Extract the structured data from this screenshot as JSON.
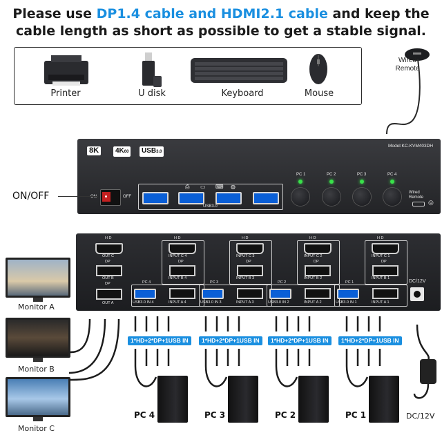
{
  "headline": {
    "part1": "Please use ",
    "highlight": "DP1.4 cable and HDMI2.1 cable",
    "part2": " and keep the",
    "line2": "cable length as short as possible to get a stable signal."
  },
  "peripherals": [
    "Printer",
    "U disk",
    "Keyboard",
    "Mouse"
  ],
  "remote_label_1": "Wired",
  "remote_label_2": "Remote",
  "front_panel": {
    "badges": [
      "8K",
      "4K",
      "USB"
    ],
    "badge_sub": [
      "60",
      "3.0"
    ],
    "model": "Model:KC-KVM403DH",
    "switch_on": "ON",
    "switch_off": "OFF",
    "usb_label": "USB3.0",
    "pc_buttons": [
      "PC 1",
      "PC 2",
      "PC 3",
      "PC 4"
    ],
    "wired_remote": "Wired Remote"
  },
  "on_off_label": "ON/OFF",
  "back_panel": {
    "out_labels": [
      "H D",
      "OUT C",
      "DP",
      "OUT B",
      "DP",
      "OUT A"
    ],
    "groups": [
      {
        "hd": "H D",
        "input_c": "INPUT C 4",
        "dp": "DP",
        "input_b": "INPUT B 4",
        "pc": "PC 4",
        "usb_in": "USB3.0 IN 4",
        "input_a": "INPUT A 4"
      },
      {
        "hd": "H D",
        "input_c": "INPUT C 3",
        "dp": "DP",
        "input_b": "INPUT B 3",
        "pc": "PC 3",
        "usb_in": "USB3.0 IN 3",
        "input_a": "INPUT A 3"
      },
      {
        "hd": "H D",
        "input_c": "INPUT C 2",
        "dp": "DP",
        "input_b": "INPUT B 2",
        "pc": "PC 2",
        "usb_in": "USB3.0 IN 2",
        "input_a": "INPUT A 2"
      },
      {
        "hd": "H D",
        "input_c": "INPUT C 1",
        "dp": "DP",
        "input_b": "INPUT B 1",
        "pc": "PC 1",
        "usb_in": "USB3.0 IN 1",
        "input_a": "INPUT A 1"
      }
    ],
    "dc": "DC/12V"
  },
  "cable_tag": "1*HD+2*DP+1USB IN",
  "monitors": [
    "Monitor A",
    "Monitor B",
    "Monitor C"
  ],
  "pcs": [
    "PC 4",
    "PC 3",
    "PC 2",
    "PC 1"
  ],
  "power_label": "DC/12V",
  "colors": {
    "accent": "#1a8fe0",
    "led": "#39e04a",
    "usb_port": "#0a5fd6"
  }
}
